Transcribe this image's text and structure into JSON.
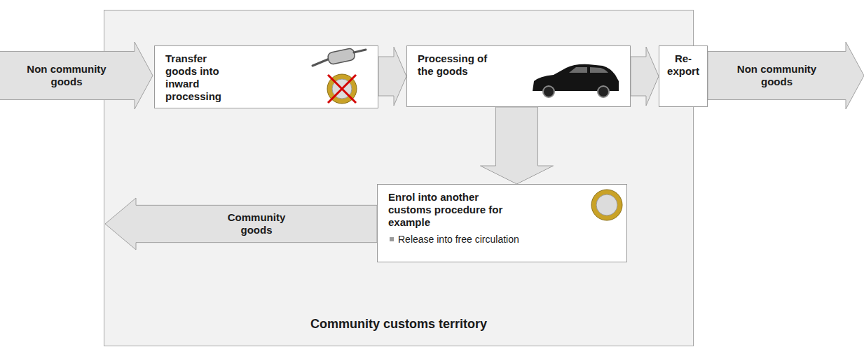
{
  "diagram": {
    "nodes": [
      {
        "text": [
          "Community customs territory"
        ]
      },
      {
        "text": [
          "Non community goods"
        ]
      },
      {
        "text": [
          "Transfer goods into inward processing"
        ],
        "in": 0
      },
      {
        "text": [
          "Processing of the goods"
        ],
        "in": 0
      },
      {
        "text": [
          "Re- export"
        ]
      },
      {
        "text": [
          "Non community goods"
        ]
      },
      {
        "text": [
          "Enrol into another customs procedure for example",
          "Release into free circulation"
        ],
        "in": 0
      },
      {
        "text": [
          "Community goods"
        ],
        "in": 0
      }
    ],
    "edges": [
      {
        "from": 2,
        "to": 3,
        "arrow": "to"
      },
      {
        "from": 3,
        "to": 4,
        "arrow": "to"
      },
      {
        "from": 3,
        "to": 6,
        "arrow": "to"
      }
    ]
  }
}
